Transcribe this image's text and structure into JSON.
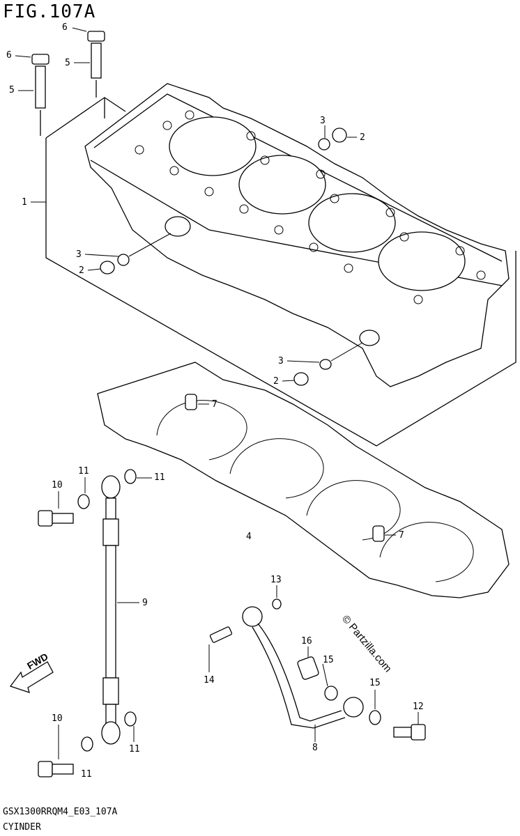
{
  "figure": {
    "title": "FIG.107A",
    "code": "GSX1300RRQM4_E03_107A",
    "name": "CYINDER"
  },
  "fwd_arrow": {
    "label": "FWD"
  },
  "watermark": {
    "text": "© Partzilla.com"
  },
  "callouts": [
    {
      "label": "6"
    },
    {
      "label": "6"
    },
    {
      "label": "5"
    },
    {
      "label": "5"
    },
    {
      "label": "3"
    },
    {
      "label": "2"
    },
    {
      "label": "1"
    },
    {
      "label": "3"
    },
    {
      "label": "2"
    },
    {
      "label": "3"
    },
    {
      "label": "2"
    },
    {
      "label": "7"
    },
    {
      "label": "11"
    },
    {
      "label": "11"
    },
    {
      "label": "10"
    },
    {
      "label": "4"
    },
    {
      "label": "7"
    },
    {
      "label": "13"
    },
    {
      "label": "9"
    },
    {
      "label": "16"
    },
    {
      "label": "15"
    },
    {
      "label": "14"
    },
    {
      "label": "15"
    },
    {
      "label": "12"
    },
    {
      "label": "8"
    },
    {
      "label": "10"
    },
    {
      "label": "11"
    },
    {
      "label": "11"
    }
  ]
}
